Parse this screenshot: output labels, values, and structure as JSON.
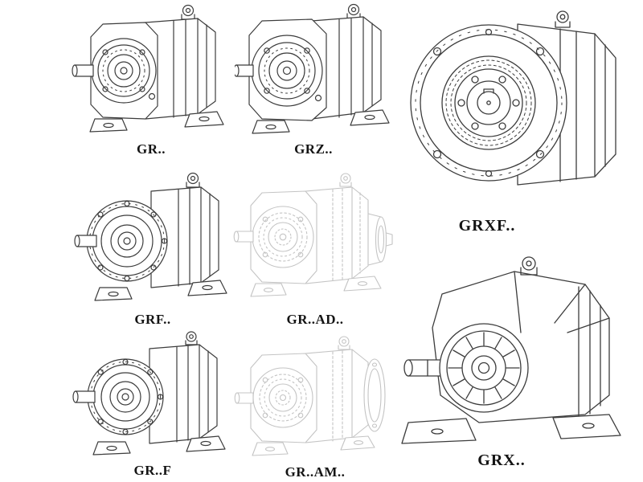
{
  "page": {
    "background": "#ffffff",
    "line_color": "#3c3c3c",
    "faint_line_color": "#c4c4c4",
    "label_color": "#141414"
  },
  "items": [
    {
      "id": "gr",
      "label": "GR..",
      "style": "solid"
    },
    {
      "id": "grz",
      "label": "GRZ..",
      "style": "solid"
    },
    {
      "id": "grxf",
      "label": "GRXF..",
      "style": "solid"
    },
    {
      "id": "grf",
      "label": "GRF..",
      "style": "solid"
    },
    {
      "id": "grad",
      "label": "GR..AD..",
      "style": "faint"
    },
    {
      "id": "grff",
      "label": "GR..F",
      "style": "solid"
    },
    {
      "id": "gram",
      "label": "GR..AM..",
      "style": "faint"
    },
    {
      "id": "grx",
      "label": "GRX..",
      "style": "solid"
    }
  ]
}
